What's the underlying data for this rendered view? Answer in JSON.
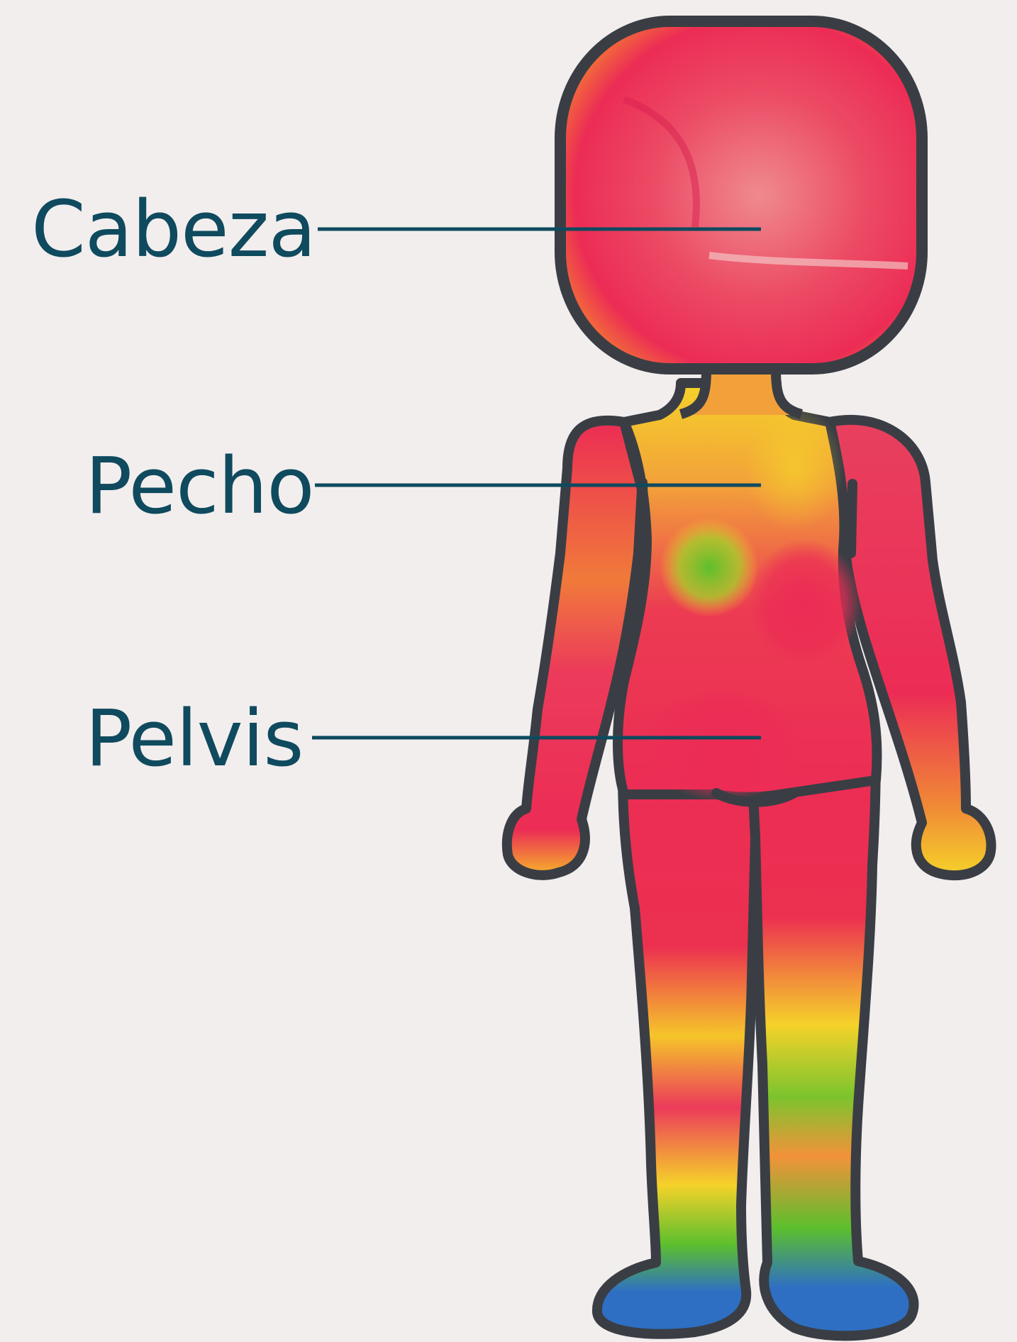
{
  "labels": {
    "head": "Cabeza",
    "chest": "Pecho",
    "pelvis": "Pelvis"
  },
  "colors": {
    "background": "#f2eeee",
    "label_text": "#0f4a5e",
    "leader_line": "#0f4a5e",
    "outline": "#3a3e44",
    "heat_hot": "#ec2c55",
    "heat_warm": "#f27a3c",
    "heat_mid": "#f5d22a",
    "heat_cool": "#5cbf2d",
    "heat_cold": "#2e6fc4"
  }
}
